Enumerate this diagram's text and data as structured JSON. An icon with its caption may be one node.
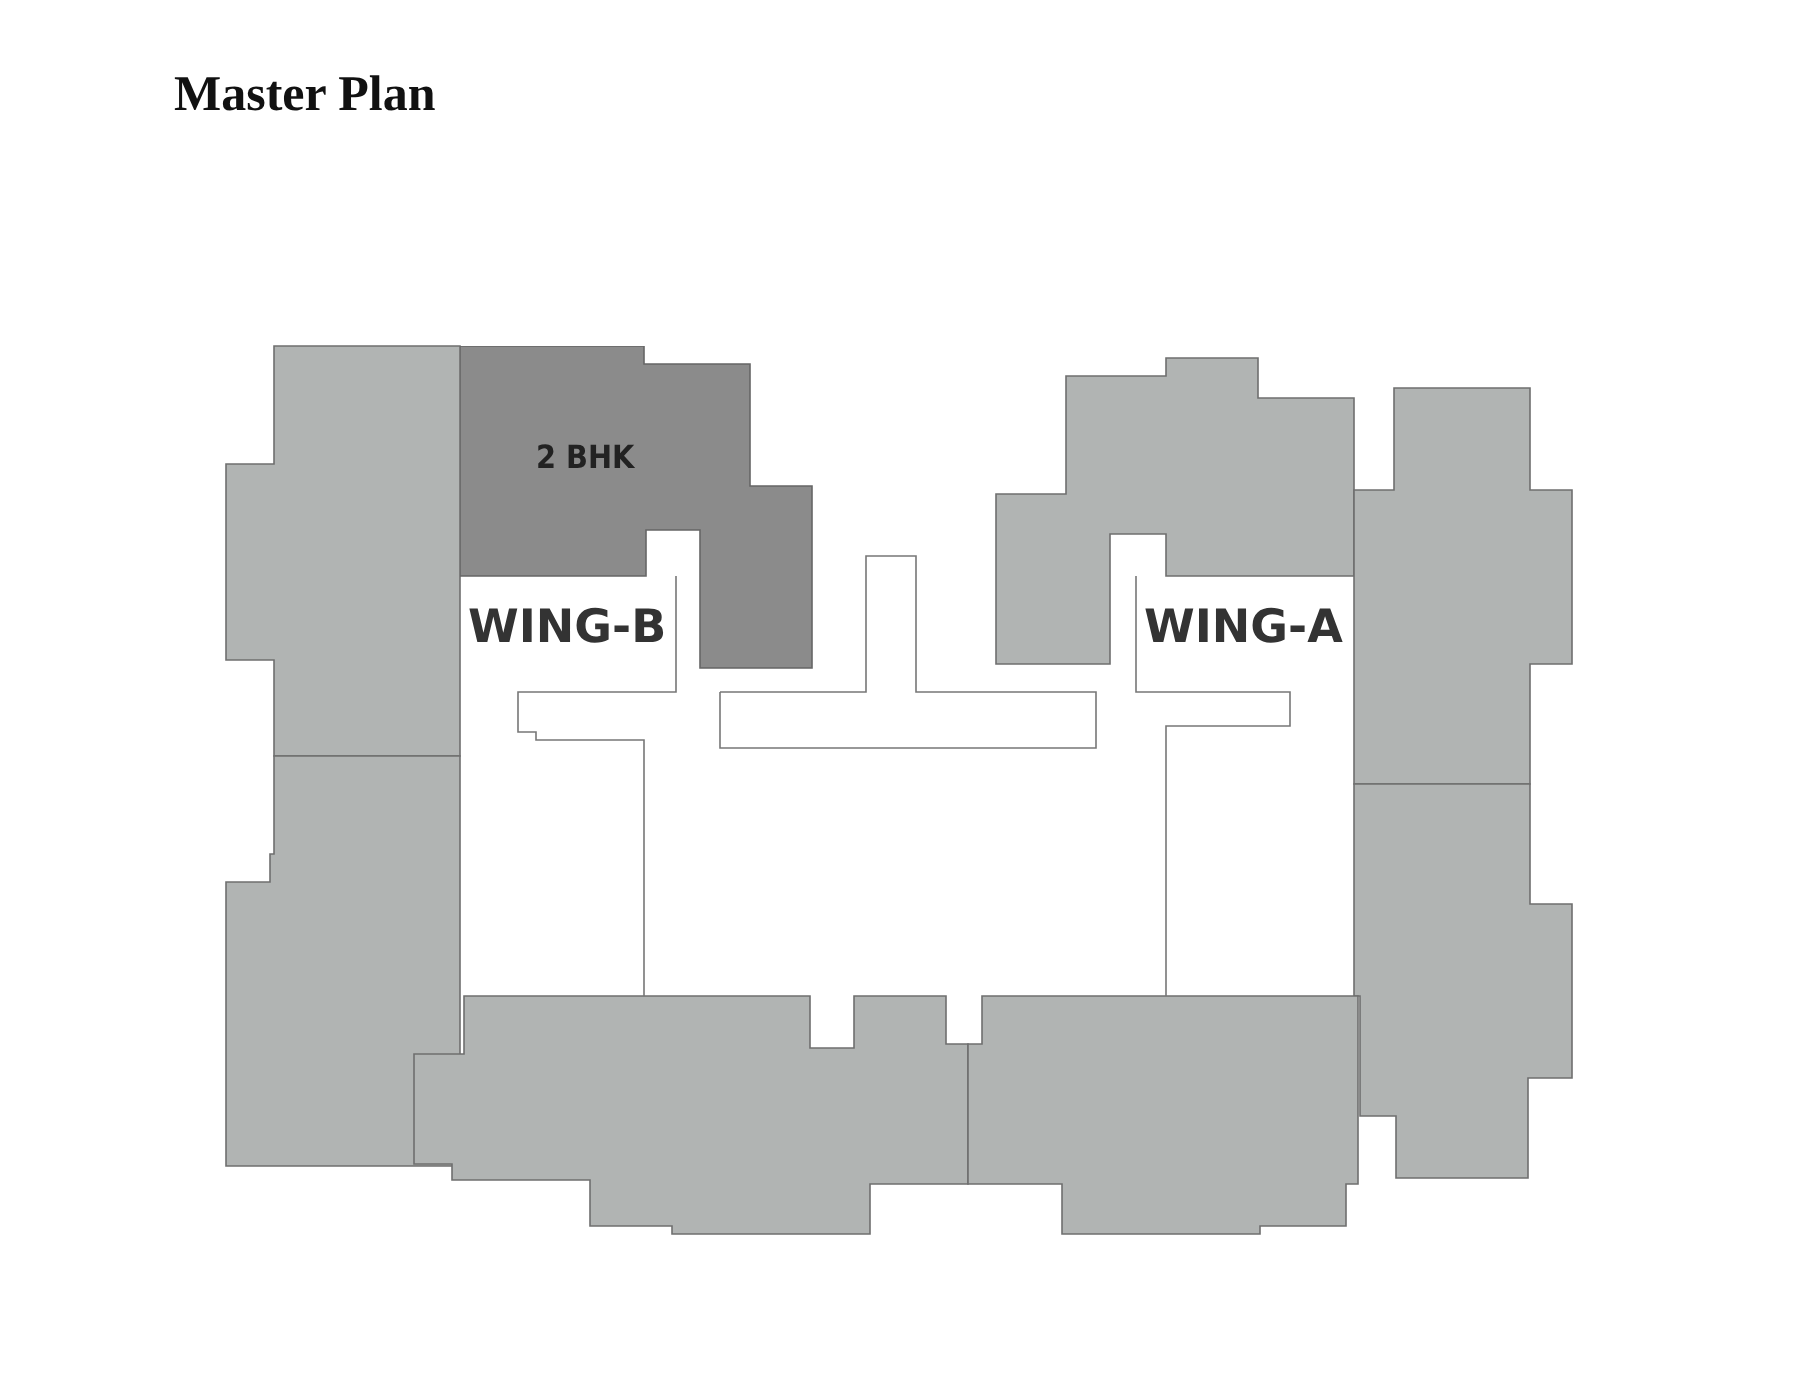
{
  "diagram": {
    "title": "Master Plan",
    "nodes": [
      {
        "text": [
          "2 BHK"
        ]
      }
    ],
    "labels": [
      "WING-B",
      "WING-A"
    ]
  }
}
